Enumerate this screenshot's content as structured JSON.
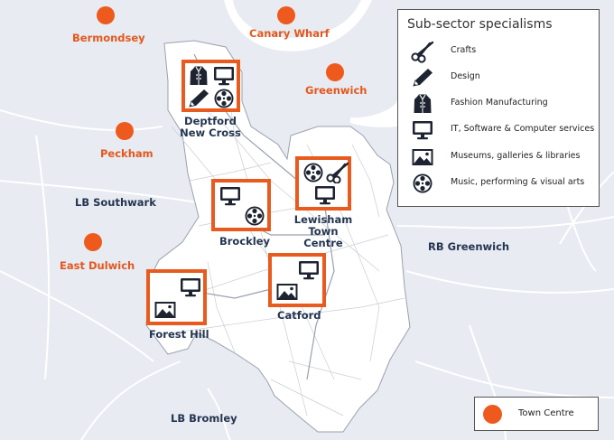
{
  "legend": {
    "title": "Sub-sector specialisms",
    "items": [
      {
        "icon": "scissors-icon",
        "label": "Crafts"
      },
      {
        "icon": "pencil-icon",
        "label": "Design"
      },
      {
        "icon": "coat-icon",
        "label": "Fashion Manufacturing"
      },
      {
        "icon": "monitor-icon",
        "label": "IT, Software & Computer services"
      },
      {
        "icon": "picture-icon",
        "label": "Museums, galleries & libraries"
      },
      {
        "icon": "film-reel-icon",
        "label": "Music, performing & visual arts"
      }
    ]
  },
  "town_centre_legend": {
    "label": "Town Centre"
  },
  "town_centres": [
    "Bermondsey",
    "Canary Wharf",
    "Greenwich",
    "Peckham",
    "East Dulwich"
  ],
  "boroughs": [
    "LB Southwark",
    "RB Greenwich",
    "LB Bromley"
  ],
  "hubs": [
    {
      "name": "Deptford\nNew Cross",
      "icons": [
        "coat-icon",
        "monitor-icon",
        "pencil-icon",
        "film-reel-icon"
      ]
    },
    {
      "name": "Brockley",
      "icons": [
        "monitor-icon",
        "film-reel-icon"
      ]
    },
    {
      "name": "Lewisham\nTown Centre",
      "icons": [
        "film-reel-icon",
        "scissors-icon",
        "monitor-icon"
      ]
    },
    {
      "name": "Catford",
      "icons": [
        "monitor-icon",
        "picture-icon"
      ]
    },
    {
      "name": "Forest Hill",
      "icons": [
        "monitor-icon",
        "picture-icon"
      ]
    }
  ],
  "colors": {
    "accent": "#e85a1d",
    "borough_fill": "#ffffff",
    "background": "#e8ebf2",
    "label_navy": "#243550"
  }
}
